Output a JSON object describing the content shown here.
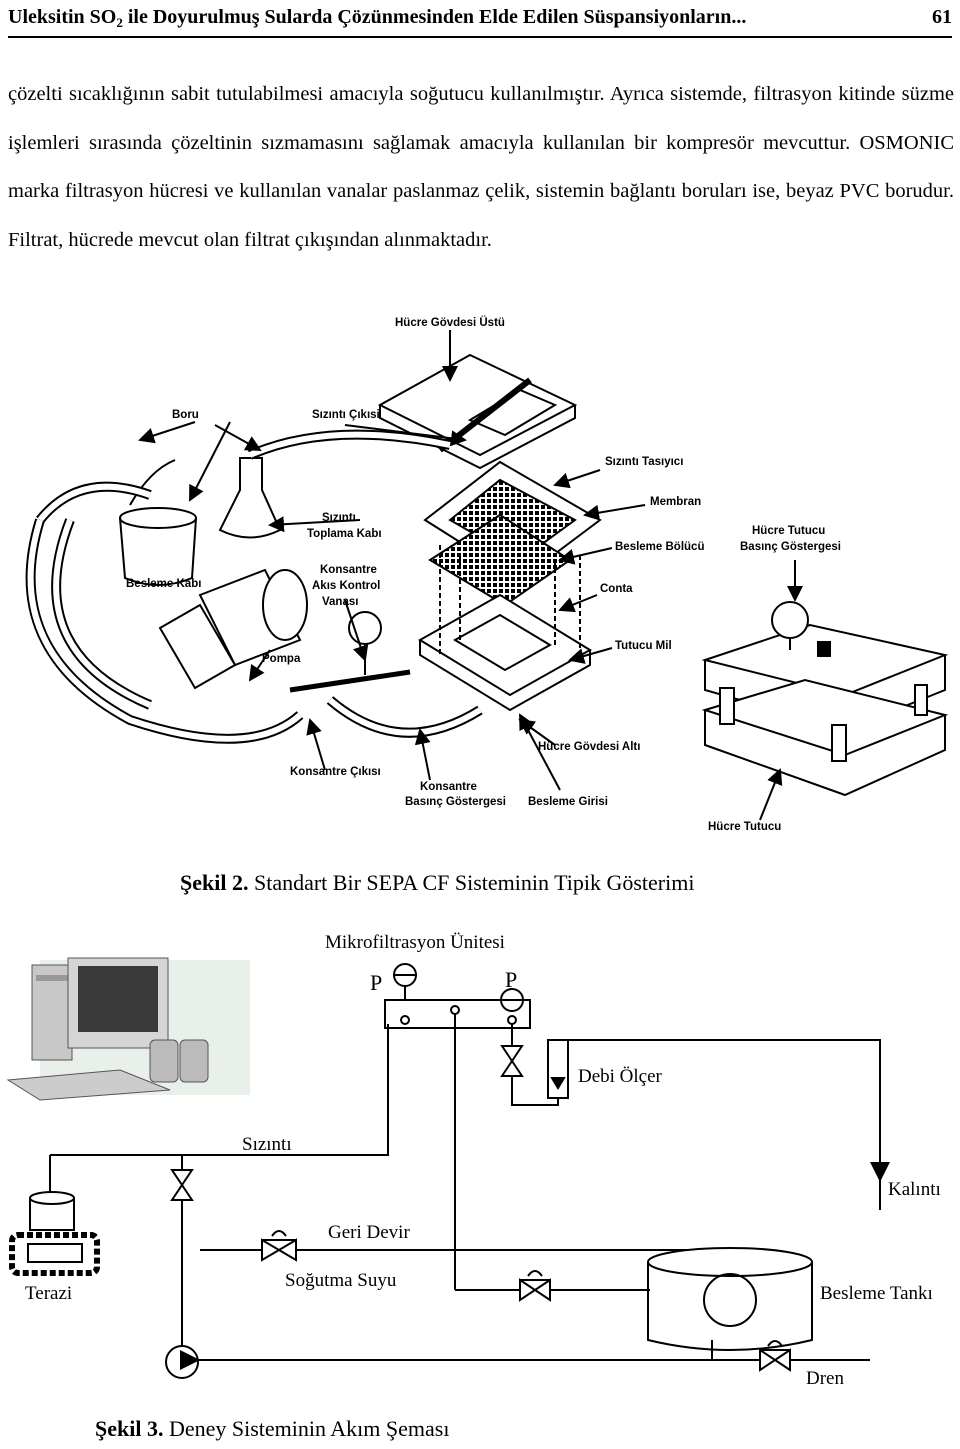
{
  "header": {
    "title_part1": "Uleksitin SO",
    "title_sub": "2",
    "title_part2": " ile Doyurulmuş Sularda Çözünmesinden Elde Edilen Süspansiyonların...",
    "page_number": "61"
  },
  "paragraph": [
    "çözelti sıcaklığının sabit tutulabilmesi amacıyla soğutucu kullanılmıştır. Ayrıca sistemde,",
    "filtrasyon kitinde süzme işlemleri sırasında çözeltinin sızmamasını sağlamak amacıyla",
    "kullanılan bir kompresör mevcuttur. OSMONIC marka filtrasyon hücresi ve kullanılan vanalar",
    "paslanmaz çelik, sistemin bağlantı boruları ise, beyaz PVC borudur. Filtrat, hücrede mevcut",
    "olan filtrat çıkışından alınmaktadır."
  ],
  "figure2": {
    "labels": {
      "hucre_govdesi_ustu": "Hücre Gövdesi Üstü",
      "boru": "Boru",
      "sizinti_cikisi": "Sızıntı Çıkısi",
      "sizinti_tasiyici": "Sızıntı Tasıyıcı",
      "membran": "Membran",
      "sizinti_toplama_1": "Sızıntı",
      "sizinti_toplama_2": "Toplama Kabı",
      "besleme_bolucu": "Besleme Bölücü",
      "hucre_tutucu_bg_1": "Hücre Tutucu",
      "hucre_tutucu_bg_2": "Basınç Göstergesi",
      "besleme_kabi": "Besleme Kabı",
      "konsantre_1": "Konsantre",
      "konsantre_2": "Akıs Kontrol",
      "konsantre_3": "Vanası",
      "conta": "Conta",
      "tutucu_mil": "Tutucu Mil",
      "pompa": "Pompa",
      "hucre_govdesi_alti": "Hücre Gövdesi Altı",
      "konsantre_cikisi": "Konsantre Çıkısı",
      "konsantre_bg_1": "Konsantre",
      "konsantre_bg_2": "Basınç Göstergesi",
      "besleme_girisi": "Besleme Girisi",
      "hucre_tutucu": "Hücre Tutucu"
    },
    "caption_label": "Şekil 2.",
    "caption_text": " Standart Bir SEPA CF Sisteminin Tipik Gösterimi"
  },
  "figure3": {
    "labels": {
      "mikrofiltrasyon": "Mikrofiltrasyon Ünitesi",
      "p1": "P",
      "p2": "P",
      "debi_olcer": "Debi Ölçer",
      "sizinti": "Sızıntı",
      "kalinti": "Kalıntı",
      "geri_devir": "Geri Devir",
      "sogutma_suyu": "Soğutma Suyu",
      "terazi": "Terazi",
      "besleme_tanki": "Besleme Tankı",
      "dren": "Dren"
    },
    "caption_label": "Şekil 3.",
    "caption_text": " Deney Sisteminin Akım Şeması"
  }
}
